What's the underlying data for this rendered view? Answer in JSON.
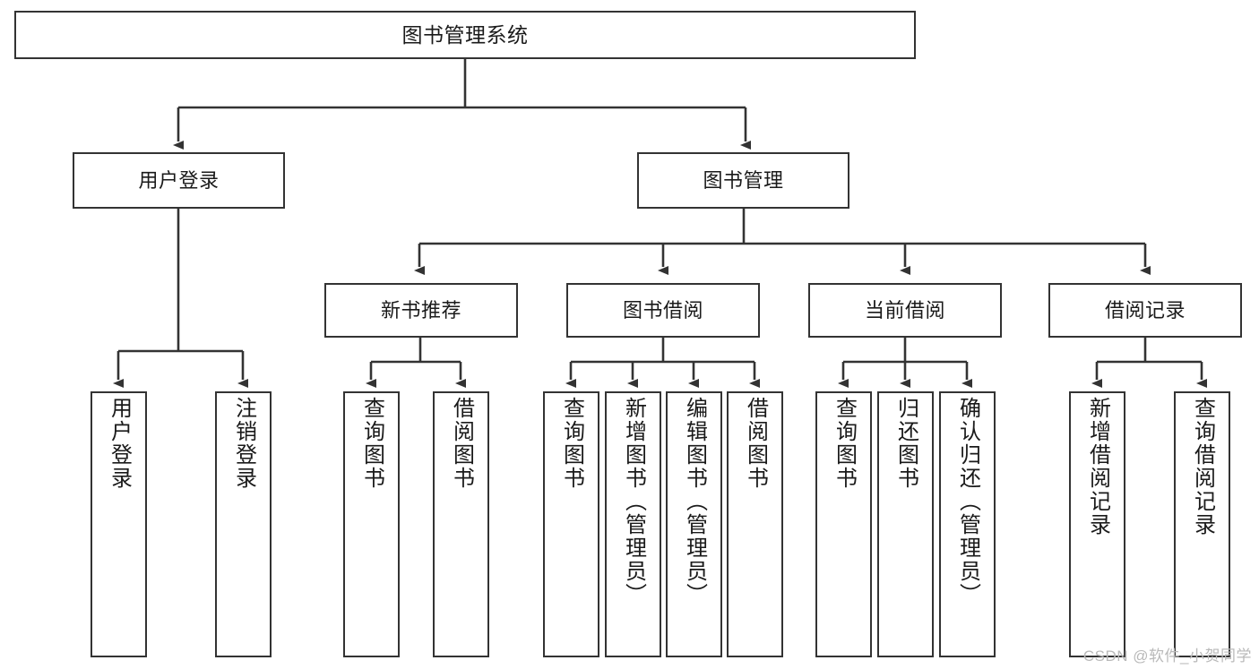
{
  "diagram": {
    "title": "图书管理系统",
    "type": "tree",
    "watermark": "CSDN @软件_小贺同学",
    "colors": {
      "box_border": "#333333",
      "box_fill": "#ffffff",
      "edge": "#333333",
      "text": "#1a1a1a",
      "watermark": "#b9b9b9"
    },
    "levels": {
      "root": {
        "label": "图书管理系统"
      },
      "level2": [
        {
          "label": "用户登录"
        },
        {
          "label": "图书管理"
        }
      ],
      "level3": [
        {
          "label": "新书推荐"
        },
        {
          "label": "图书借阅"
        },
        {
          "label": "当前借阅"
        },
        {
          "label": "借阅记录"
        }
      ]
    },
    "leaves": {
      "user_login": [
        {
          "label": "用户登录"
        },
        {
          "label": "注销登录"
        }
      ],
      "new_book": [
        {
          "label": "查询图书"
        },
        {
          "label": "借阅图书"
        }
      ],
      "book_borrow": [
        {
          "label": "查询图书"
        },
        {
          "label": "新增图书（管理员）"
        },
        {
          "label": "编辑图书（管理员）"
        },
        {
          "label": "借阅图书"
        }
      ],
      "current_borrow": [
        {
          "label": "查询图书"
        },
        {
          "label": "归还图书"
        },
        {
          "label": "确认归还（管理员）"
        }
      ],
      "borrow_record": [
        {
          "label": "新增借阅记录"
        },
        {
          "label": "查询借阅记录"
        }
      ]
    }
  }
}
